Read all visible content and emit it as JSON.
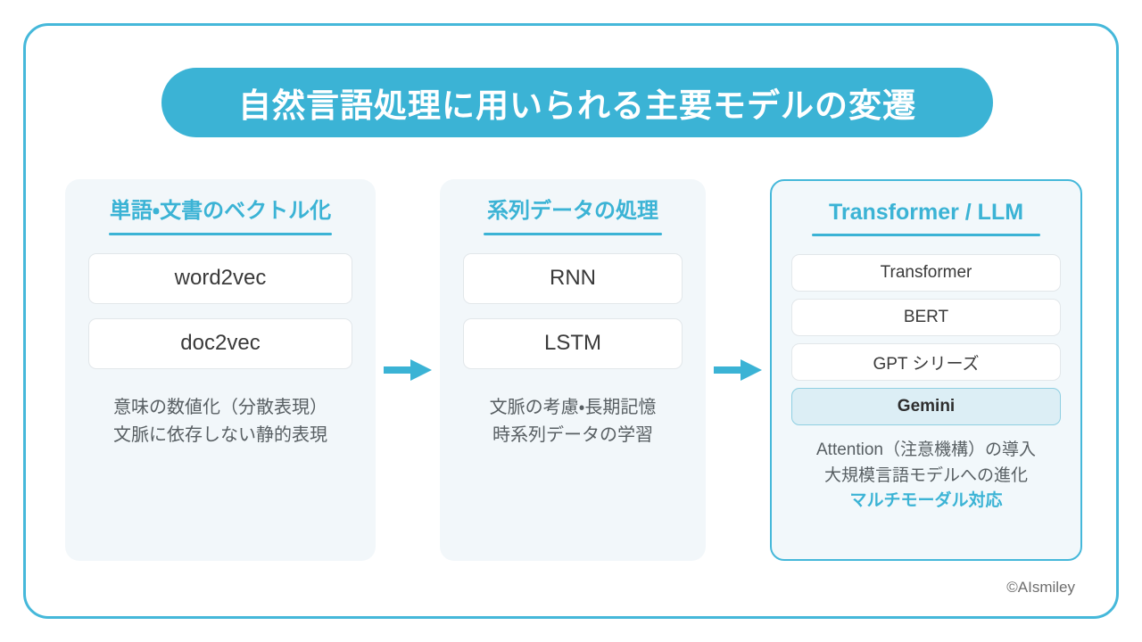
{
  "slide": {
    "title": "自然言語処理に用いられる主要モデルの変遷",
    "credit": "©AIsmiley"
  },
  "colors": {
    "accent": "#3bb3d5",
    "frame_border": "#45b8da",
    "panel_bg": "#f2f7fa",
    "card_bg": "#ffffff",
    "card_border": "#e2e7ea",
    "highlight_bg": "#dceef5",
    "highlight_border": "#8fcfe2",
    "body_text": "#585f63",
    "title_text": "#ffffff"
  },
  "columns": [
    {
      "heading": "単語・文書のベクトル化",
      "cards": [
        {
          "label": "word2vec",
          "highlight": false
        },
        {
          "label": "doc2vec",
          "highlight": false
        }
      ],
      "description_lines": [
        {
          "text": "意味の数値化（分散表現）",
          "accent": false
        },
        {
          "text": "文脈に依存しない静的表現",
          "accent": false
        }
      ],
      "emphasized": false
    },
    {
      "heading": "系列データの処理",
      "cards": [
        {
          "label": "RNN",
          "highlight": false
        },
        {
          "label": "LSTM",
          "highlight": false
        }
      ],
      "description_lines": [
        {
          "text": "文脈の考慮・長期記憶",
          "accent": false
        },
        {
          "text": "時系列データの学習",
          "accent": false
        }
      ],
      "emphasized": false
    },
    {
      "heading": "Transformer / LLM",
      "cards": [
        {
          "label": "Transformer",
          "highlight": false
        },
        {
          "label": "BERT",
          "highlight": false
        },
        {
          "label": "GPT シリーズ",
          "highlight": false
        },
        {
          "label": "Gemini",
          "highlight": true
        }
      ],
      "description_lines": [
        {
          "text": "Attention（注意機構）の導入",
          "accent": false
        },
        {
          "text": "大規模言語モデルへの進化",
          "accent": false
        },
        {
          "text": "マルチモーダル対応",
          "accent": true
        }
      ],
      "emphasized": true
    }
  ],
  "arrows": [
    {
      "name": "arrow-col1-to-col2",
      "direction": "right"
    },
    {
      "name": "arrow-col2-to-col3",
      "direction": "right"
    }
  ]
}
